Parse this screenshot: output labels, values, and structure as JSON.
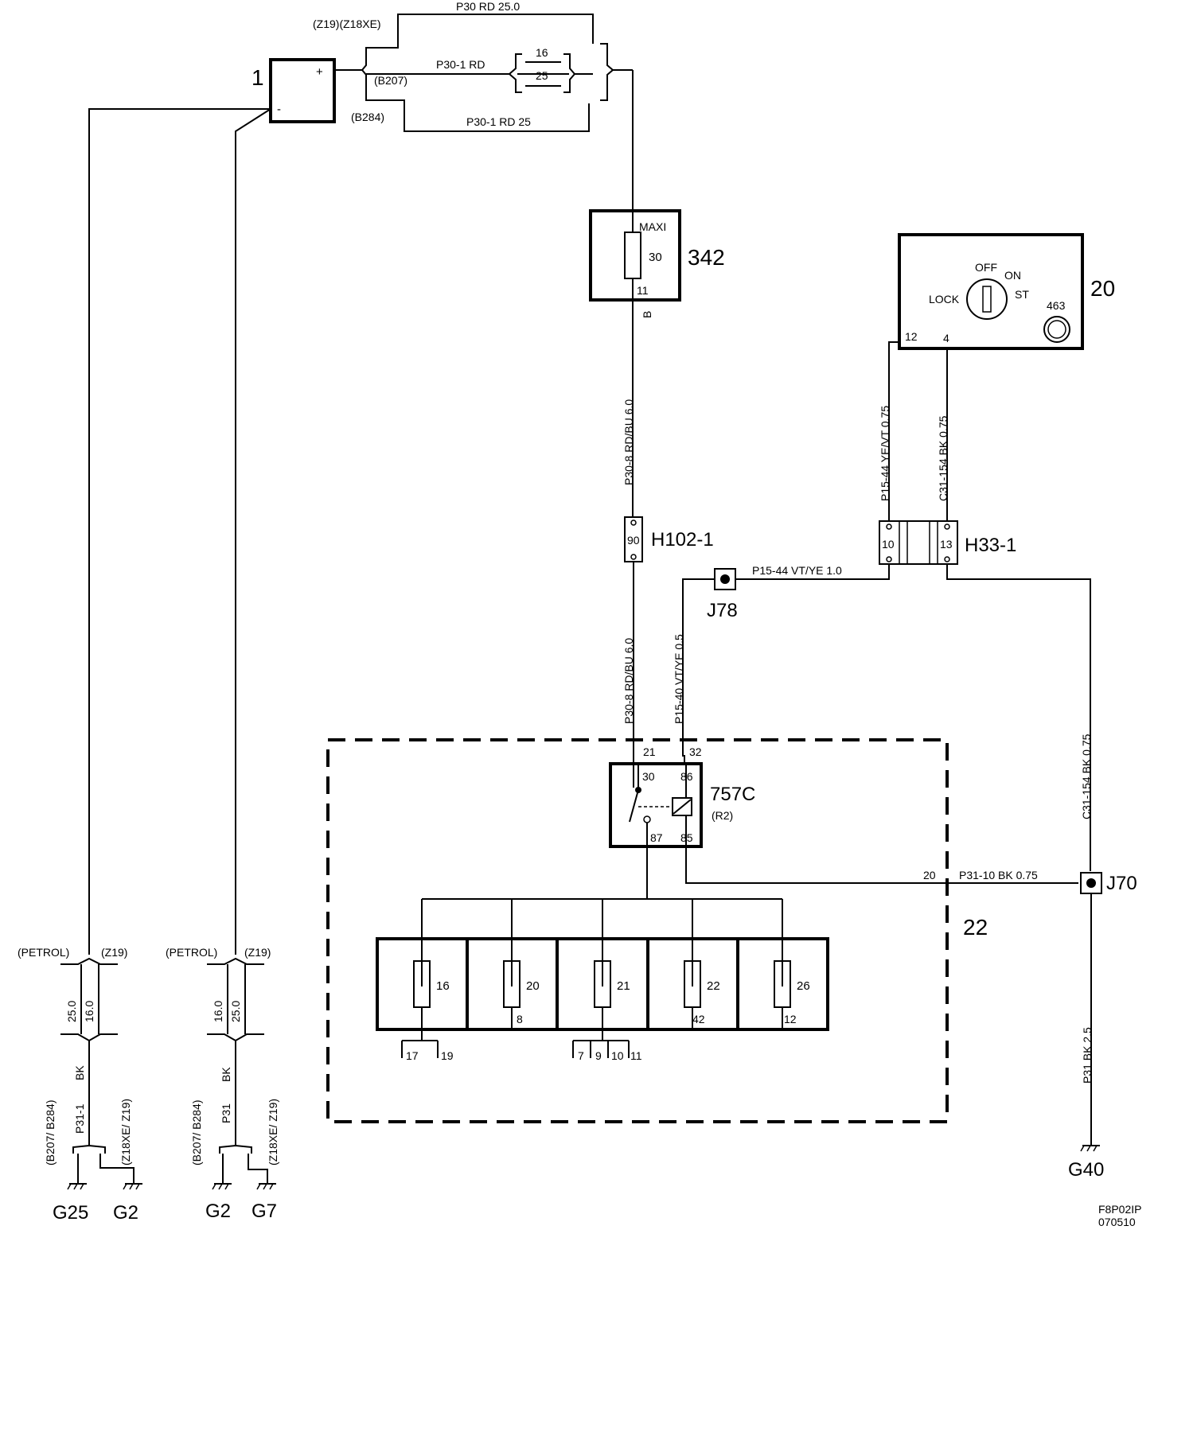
{
  "battery": {
    "id": "1",
    "plus": "+",
    "minus": "-"
  },
  "battery_feed": {
    "variant_top": "(Z19)(Z18XE)",
    "variant_mid": "(B207)",
    "variant_bot": "(B284)",
    "wire_top": "P30 RD   25.0",
    "wire_mid": "P30-1  RD",
    "wire_bot": "P30-1  RD  25",
    "size_a": "16",
    "size_b": "25"
  },
  "fuse342": {
    "id": "342",
    "type": "MAXI",
    "rating": "30",
    "pin": "11",
    "pin_label": "B"
  },
  "wire_p30_8_top": "P30-8    RD/BU   6.0",
  "connector_h102": {
    "id": "H102-1",
    "pin": "90"
  },
  "wire_p30_8_bottom": "P30-8  RD/BU  6.0",
  "wire_p15_40": "P15-40  VT/YE   0.5",
  "ignition_switch": {
    "id": "20",
    "off": "OFF",
    "on": "ON",
    "st": "ST",
    "lock": "LOCK",
    "module": "463",
    "pin_a": "12",
    "pin_b": "4"
  },
  "wire_p15_44_vert": "P15-44  YE/VT  0.75",
  "wire_c31_154_vert": "C31-154  BK  0.75",
  "connector_h33": {
    "id": "H33-1",
    "pin_a": "10",
    "pin_b": "13"
  },
  "splice_j78": {
    "id": "J78",
    "wire": "P15-44  VT/YE   1.0"
  },
  "relay": {
    "id": "757C",
    "sub": "(R2)",
    "pin30": "30",
    "pin86": "86",
    "pin87": "87",
    "pin85": "85",
    "in_a": "21",
    "in_b": "32"
  },
  "fuse_block": {
    "id": "22"
  },
  "fuses": [
    {
      "label": "16",
      "out": ""
    },
    {
      "label": "20",
      "out": "8"
    },
    {
      "label": "21",
      "out": ""
    },
    {
      "label": "22",
      "out": "42"
    },
    {
      "label": "26",
      "out": "12"
    }
  ],
  "fuse_outputs": {
    "a1": "17",
    "a2": "19",
    "b1": "7",
    "b2": "9",
    "b3": "10",
    "b4": "11"
  },
  "splice_j70": {
    "id": "J70",
    "pin": "20",
    "wire": "P31-10  BK  0.75"
  },
  "wire_c31_154_right": "C31-154   BK   0.75",
  "wire_p31_right": "P31   BK    2.5",
  "ground_g40": "G40",
  "left_ground_1": {
    "petrol": "(PETROL)",
    "z19": "(Z19)",
    "size_a": "25.0",
    "size_b": "16.0",
    "color": "BK",
    "wire": "P31-1",
    "var_a": "(B207/ B284)",
    "var_b": "(Z18XE/ Z19)",
    "g_a": "G25",
    "g_b": "G2"
  },
  "left_ground_2": {
    "petrol": "(PETROL)",
    "z19": "(Z19)",
    "size_a": "16.0",
    "size_b": "25.0",
    "color": "BK",
    "wire": "P31",
    "var_a": "(B207/ B284)",
    "var_b": "(Z18XE/ Z19)",
    "g_a": "G2",
    "g_b": "G7"
  },
  "footer": {
    "code": "F8P02IP",
    "date": "070510"
  }
}
